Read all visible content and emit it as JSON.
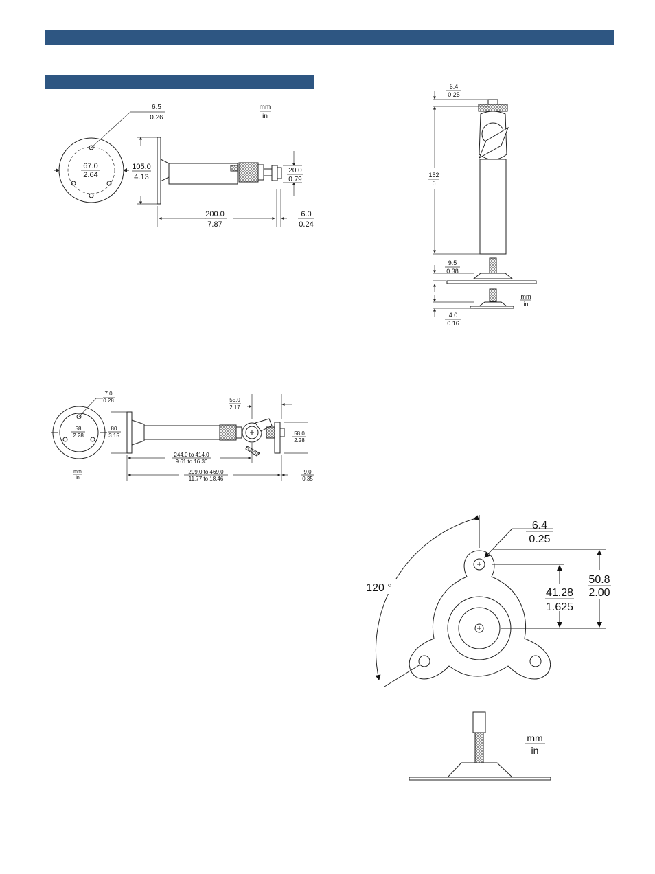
{
  "units": {
    "mm": "mm",
    "in": "in"
  },
  "drawing_1": {
    "hole": {
      "mm": "6.5",
      "in": "0.26"
    },
    "base_dia": {
      "mm": "67.0",
      "in": "2.64"
    },
    "base_height": {
      "mm": "105.0",
      "in": "4.13"
    },
    "ball": {
      "mm": "20.0",
      "in": "0.79"
    },
    "length": {
      "mm": "200.0",
      "in": "7.87"
    },
    "tip": {
      "mm": "6.0",
      "in": "0.24"
    }
  },
  "drawing_2": {
    "hole": {
      "mm": "7.0",
      "in": "0.28"
    },
    "base_dia": {
      "mm": "58",
      "in": "2.28"
    },
    "base_height": {
      "mm": "80",
      "in": "3.15"
    },
    "head_offset": {
      "mm": "55.0",
      "in": "2.17"
    },
    "head_height": {
      "mm": "58.0",
      "in": "2.28"
    },
    "arm_length": {
      "mm": "244.0 to 414.0",
      "in": "9.61 to 16.30"
    },
    "total_length": {
      "mm": "299.0 to 469.0",
      "in": "11.77 to 18.46"
    },
    "tip": {
      "mm": "9.0",
      "in": "0.35"
    }
  },
  "drawing_3": {
    "top": {
      "mm": "6.4",
      "in": "0.25"
    },
    "height": {
      "mm": "152",
      "in": "6"
    },
    "base": {
      "mm": "9.5",
      "in": "0.38"
    },
    "plate": {
      "mm": "4.0",
      "in": "0.16"
    }
  },
  "drawing_4": {
    "angle": "120 °",
    "hole": {
      "mm": "6.4",
      "in": "0.25"
    },
    "center": {
      "mm": "41.28",
      "in": "1.625"
    },
    "total": {
      "mm": "50.8",
      "in": "2.00"
    }
  }
}
